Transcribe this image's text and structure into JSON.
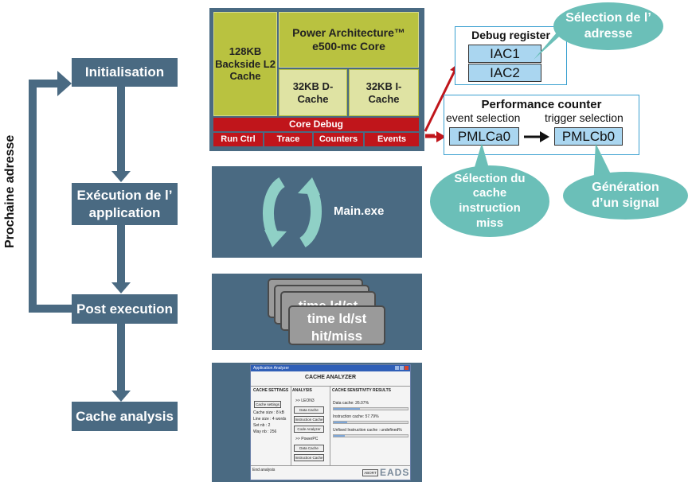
{
  "left": {
    "vertical_label": "Prochaine adresse",
    "steps": [
      "Initialisation",
      "Exécution de l’ application",
      "Post execution",
      "Cache analysis"
    ]
  },
  "core": {
    "l2_cache": "128KB Backside L2 Cache",
    "core_title": "Power Architecture™ e500-mc Core",
    "d_cache": "32KB D-Cache",
    "i_cache": "32KB I-Cache",
    "core_debug": "Core Debug",
    "debug_items": [
      "Run Ctrl",
      "Trace",
      "Counters",
      "Events"
    ]
  },
  "debug_register": {
    "title": "Debug register",
    "regs": [
      "IAC1",
      "IAC2"
    ]
  },
  "perf_counter": {
    "title": "Performance counter",
    "event_label": "event selection",
    "trigger_label": "trigger selection",
    "event_reg": "PMLCa0",
    "trigger_reg": "PMLCb0"
  },
  "bubbles": {
    "address": "Sélection de l’ adresse",
    "cache_select": "Sélection du cache instruction miss",
    "signal": "Génération d’un signal"
  },
  "run": {
    "label": "Main.exe"
  },
  "cards": {
    "back_text": "time ld/st",
    "front_line1": "time ld/st",
    "front_line2": "hit/miss"
  },
  "app": {
    "window_title": "Application Analyzer",
    "header": "CACHE ANALYZER",
    "col_settings": "CACHE SETTINGS",
    "col_analysis": "ANALYSIS",
    "col_results": "CACHE SENSITIVITY RESULTS",
    "cache_settings_btn": "Cache settings",
    "settings_lines": [
      "Cache size  :  8 kB",
      "Line size  :  4 words",
      "Set nb  :  2",
      "Way nb  :  256"
    ],
    "group1": ">> LEON3",
    "btn_data": "Data Cache",
    "btn_instr": "Instruction Cache",
    "btn_analyzer": "Code Analyzer",
    "group2": ">> PowerPC",
    "btn_data2": "Data Cache",
    "btn_instr2": "Instruction Cache",
    "result1": "Data cache: 26.07%",
    "result2": "Instruction cache: 57.79%",
    "result3": "Unfixed Instruction cache : undefined%",
    "status": "End analysis",
    "abort": "ABORT",
    "logo": "EADS"
  },
  "colors": {
    "step": "#4a6a82",
    "accent": "#c0151b",
    "core": "#b9c240",
    "bubble": "#6bbfb8",
    "register": "#aad6f0"
  }
}
